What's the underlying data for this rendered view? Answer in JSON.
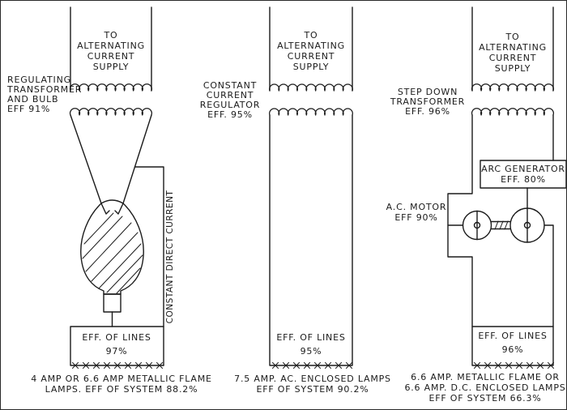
{
  "colors": {
    "ink": "#1b1b1b",
    "background": "#ffffff"
  },
  "left": {
    "supply": [
      "TO",
      "ALTERNATING",
      "CURRENT",
      "SUPPLY"
    ],
    "component": [
      "REGULATING",
      "TRANSFORMER",
      "AND BULB",
      "EFF 91%"
    ],
    "vertical_label": "CONSTANT DIRECT CURRENT",
    "lines_eff": [
      "EFF. OF LINES",
      "97%"
    ],
    "caption": [
      "4 AMP OR 6.6 AMP METALLIC FLAME",
      "LAMPS. EFF OF SYSTEM 88.2%"
    ]
  },
  "middle": {
    "supply": [
      "TO",
      "ALTERNATING",
      "CURRENT",
      "SUPPLY"
    ],
    "component": [
      "CONSTANT",
      "CURRENT",
      "REGULATOR",
      "EFF. 95%"
    ],
    "lines_eff": [
      "EFF. OF LINES",
      "95%"
    ],
    "caption": [
      "7.5 AMP. AC. ENCLOSED LAMPS",
      "EFF OF SYSTEM 90.2%"
    ]
  },
  "right": {
    "supply": [
      "TO",
      "ALTERNATING",
      "CURRENT",
      "SUPPLY"
    ],
    "component": [
      "STEP DOWN",
      "TRANSFORMER",
      "EFF. 96%"
    ],
    "arc_generator": [
      "ARC GENERATOR",
      "EFF. 80%"
    ],
    "ac_motor": [
      "A.C. MOTOR",
      "EFF 90%"
    ],
    "lines_eff": [
      "EFF. OF LINES",
      "96%"
    ],
    "caption": [
      "6.6 AMP. METALLIC FLAME OR",
      "6.6 AMP. D.C. ENCLOSED LAMPS",
      "EFF OF SYSTEM 66.3%"
    ]
  }
}
